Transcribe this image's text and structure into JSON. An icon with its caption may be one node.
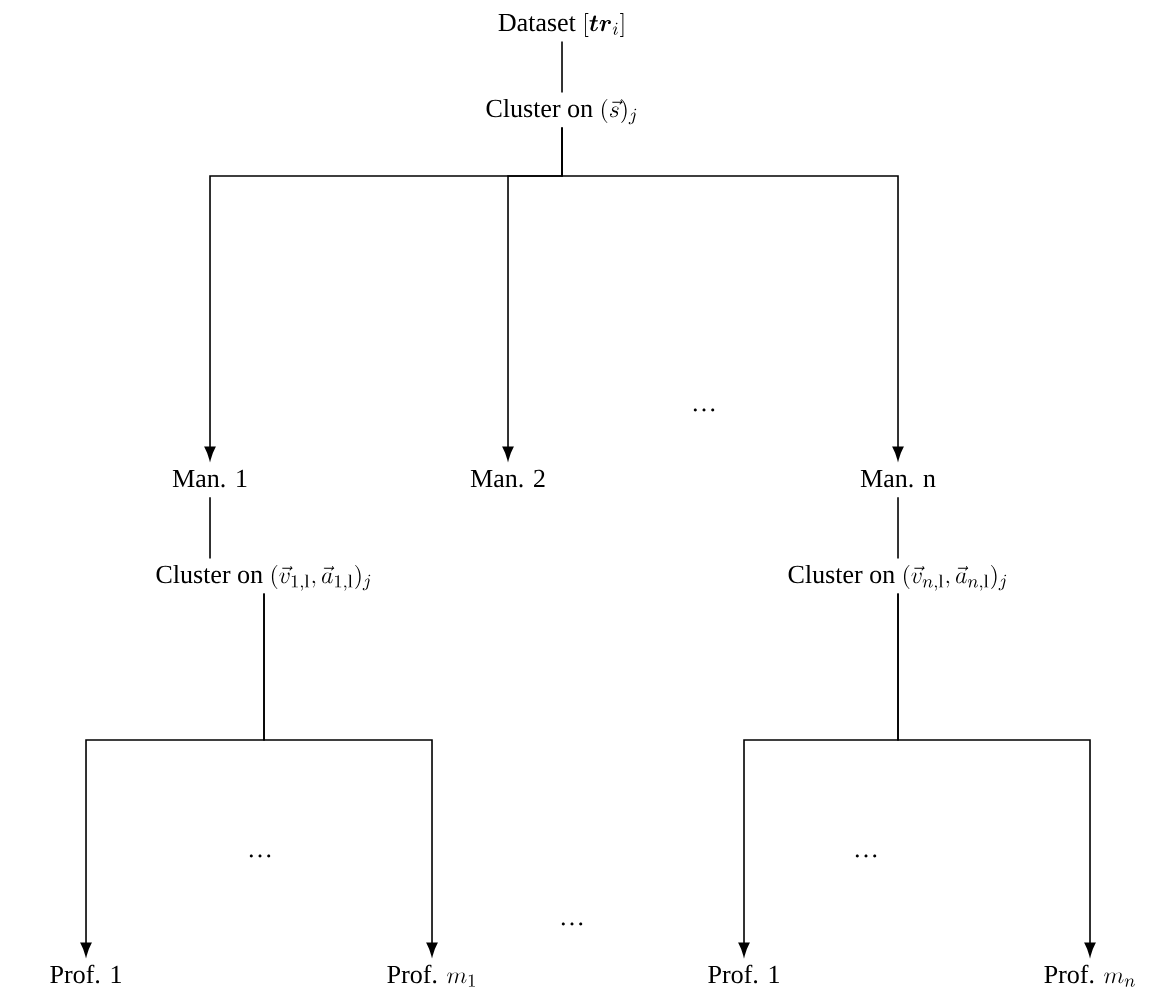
{
  "diagram": {
    "nodes": [
      {
        "text": [
          "\\text{Dataset } [\\boldsymbol{tr}_i]"
        ]
      },
      {
        "text": [
          "\\text{Cluster on } (\\vec{s})_j"
        ]
      },
      {
        "text": [
          "Man. 1"
        ]
      },
      {
        "text": [
          "Man. 2"
        ]
      },
      {
        "text": [
          "Man. n"
        ]
      },
      {
        "text": [
          "\\text{Cluster on } (\\vec{v}_{1,\\mathrm{l}}, \\vec{a}_{1,\\mathrm{l}})_j"
        ]
      },
      {
        "text": [
          "\\text{Cluster on } (\\vec{v}_{n,\\mathrm{l}}, \\vec{a}_{n,\\mathrm{l}})_j"
        ]
      },
      {
        "text": [
          "Prof. 1"
        ]
      },
      {
        "text": [
          "\\text{Prof. } m_1"
        ]
      },
      {
        "text": [
          "Prof. 1"
        ]
      },
      {
        "text": [
          "\\text{Prof. } m_n"
        ]
      }
    ],
    "edges": [
      {
        "from": 0,
        "to": 1,
        "arrow": "none"
      },
      {
        "from": 1,
        "to": 2,
        "arrow": "to"
      },
      {
        "from": 1,
        "to": 3,
        "arrow": "to"
      },
      {
        "from": 1,
        "to": 4,
        "arrow": "to"
      },
      {
        "from": 2,
        "to": 5,
        "arrow": "none"
      },
      {
        "from": 4,
        "to": 6,
        "arrow": "none"
      },
      {
        "from": 5,
        "to": 7,
        "arrow": "to"
      },
      {
        "from": 5,
        "to": 8,
        "arrow": "to"
      },
      {
        "from": 6,
        "to": 9,
        "arrow": "to"
      },
      {
        "from": 6,
        "to": 10,
        "arrow": "to"
      }
    ],
    "labels": [
      "…",
      "…",
      "…",
      "…"
    ]
  }
}
